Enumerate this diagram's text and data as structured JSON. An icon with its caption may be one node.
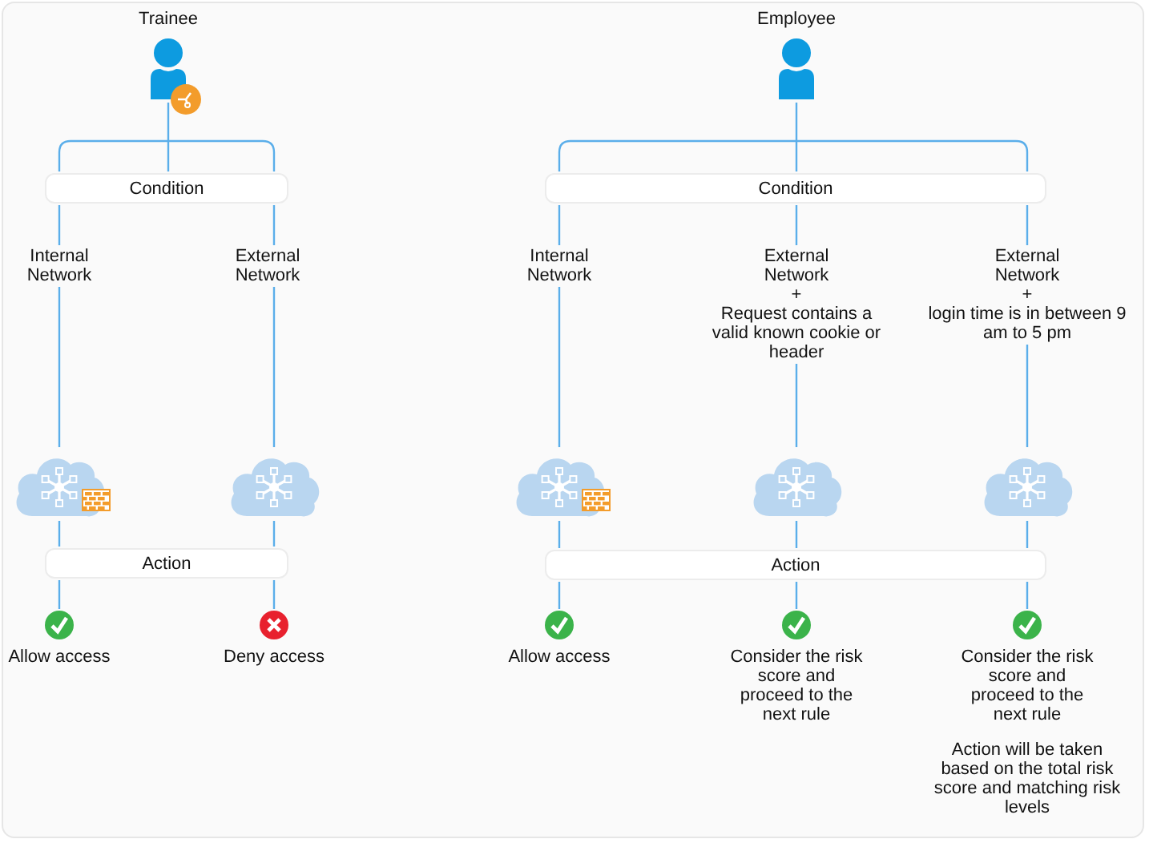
{
  "diagram": {
    "nodes": [
      {
        "text": [
          "Trainee"
        ]
      },
      {
        "text": [
          "Condition"
        ]
      },
      {
        "text": [
          "Internal Network"
        ]
      },
      {
        "text": [
          "External Network"
        ]
      },
      {
        "text": [],
        "shape": "cloud"
      },
      {
        "text": [],
        "shape": "cloud"
      },
      {
        "text": [
          "Action"
        ]
      },
      {
        "text": [
          "Allow access"
        ]
      },
      {
        "text": [
          "Deny access"
        ]
      },
      {
        "text": [
          "Employee"
        ]
      },
      {
        "text": [
          "Condition"
        ]
      },
      {
        "text": [
          "Internal Network"
        ]
      },
      {
        "text": [
          "External Network",
          "+",
          "Request contains a valid known cookie or header"
        ]
      },
      {
        "text": [
          "External Network",
          "+",
          "login time is in between 9 am to 5 pm"
        ]
      },
      {
        "text": [],
        "shape": "cloud"
      },
      {
        "text": [],
        "shape": "cloud"
      },
      {
        "text": [],
        "shape": "cloud"
      },
      {
        "text": [
          "Action"
        ]
      },
      {
        "text": [
          "Allow access"
        ]
      },
      {
        "text": [
          "Consider the risk score and proceed to the next rule"
        ]
      },
      {
        "text": [
          "Consider the risk score and proceed to the next rule",
          "Action will be taken based on the total risk score and matching risk levels"
        ]
      }
    ],
    "edges": [
      {
        "from": 0,
        "to": 1,
        "arrow": "none"
      },
      {
        "from": 1,
        "to": 2,
        "arrow": "none"
      },
      {
        "from": 1,
        "to": 3,
        "arrow": "none"
      },
      {
        "from": 2,
        "to": 4,
        "arrow": "none"
      },
      {
        "from": 3,
        "to": 5,
        "arrow": "none"
      },
      {
        "from": 4,
        "to": 6,
        "arrow": "none"
      },
      {
        "from": 5,
        "to": 6,
        "arrow": "none"
      },
      {
        "from": 6,
        "to": 7,
        "arrow": "none"
      },
      {
        "from": 6,
        "to": 8,
        "arrow": "none"
      },
      {
        "from": 9,
        "to": 10,
        "arrow": "none"
      },
      {
        "from": 10,
        "to": 11,
        "arrow": "none"
      },
      {
        "from": 10,
        "to": 12,
        "arrow": "none"
      },
      {
        "from": 10,
        "to": 13,
        "arrow": "none"
      },
      {
        "from": 11,
        "to": 14,
        "arrow": "none"
      },
      {
        "from": 12,
        "to": 15,
        "arrow": "none"
      },
      {
        "from": 13,
        "to": 16,
        "arrow": "none"
      },
      {
        "from": 14,
        "to": 17,
        "arrow": "none"
      },
      {
        "from": 15,
        "to": 17,
        "arrow": "none"
      },
      {
        "from": 16,
        "to": 17,
        "arrow": "none"
      },
      {
        "from": 17,
        "to": 18,
        "arrow": "none"
      },
      {
        "from": 17,
        "to": 19,
        "arrow": "none"
      },
      {
        "from": 17,
        "to": 20,
        "arrow": "none"
      }
    ]
  }
}
